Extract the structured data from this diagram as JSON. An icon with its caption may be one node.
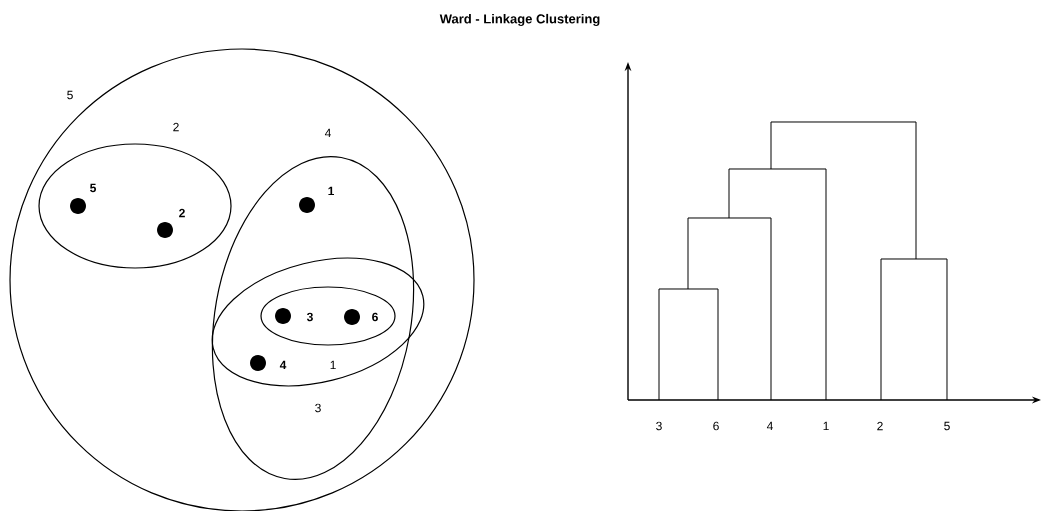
{
  "diagram": {
    "title": "Ward - Linkage Clustering",
    "nodes": [
      {
        "text": [
          "5"
        ]
      },
      {
        "text": [
          "2"
        ],
        "in": 0
      },
      {
        "text": [
          "5"
        ],
        "in": 1
      },
      {
        "text": [
          "2"
        ],
        "in": 1
      },
      {
        "text": [
          "4"
        ],
        "in": 0
      },
      {
        "text": [
          "1"
        ],
        "in": 4
      },
      {
        "text": [
          "3"
        ],
        "in": 4
      },
      {
        "text": [
          "1"
        ],
        "in": 6
      },
      {
        "text": [
          "3"
        ],
        "in": 7
      },
      {
        "text": [
          "6"
        ],
        "in": 7
      },
      {
        "text": [
          "4"
        ],
        "in": 6
      }
    ],
    "edges": [],
    "labels": [
      "3",
      "6",
      "4",
      "1",
      "2",
      "5"
    ]
  }
}
